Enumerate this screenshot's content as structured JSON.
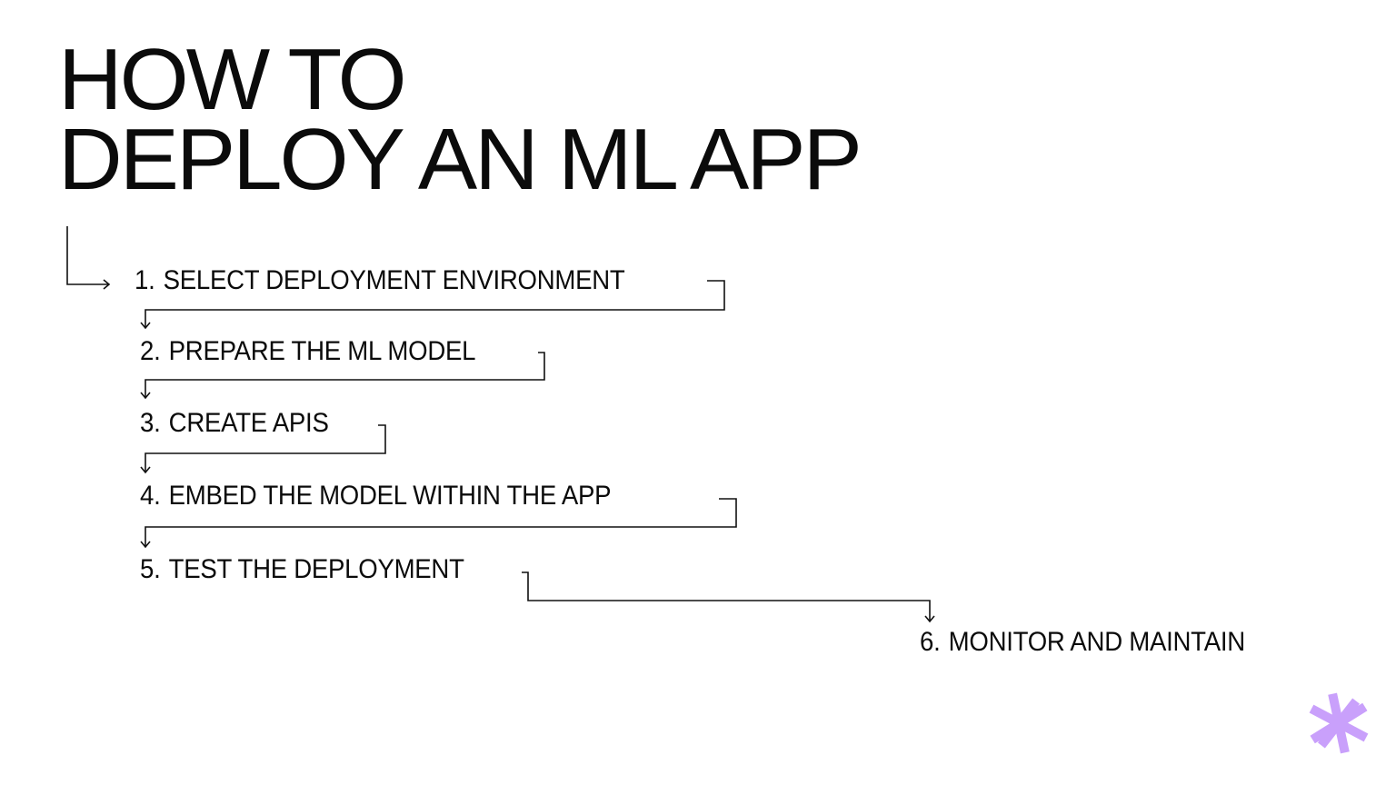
{
  "title": {
    "line1": "HOW TO",
    "line2": "DEPLOY AN ML APP"
  },
  "steps": [
    {
      "number": "1.",
      "label": "SELECT DEPLOYMENT ENVIRONMENT"
    },
    {
      "number": "2.",
      "label": "PREPARE THE ML MODEL"
    },
    {
      "number": "3.",
      "label": "CREATE APIS"
    },
    {
      "number": "4.",
      "label": "EMBED THE MODEL WITHIN THE APP"
    },
    {
      "number": "5.",
      "label": "TEST THE DEPLOYMENT"
    },
    {
      "number": "6.",
      "label": "MONITOR AND MAINTAIN"
    }
  ],
  "icons": {
    "decoration": "asterisk-icon",
    "connectors": "arrow-connector"
  },
  "colors": {
    "text": "#0b0b0b",
    "background": "#ffffff",
    "accent": "#c9a0fb"
  }
}
